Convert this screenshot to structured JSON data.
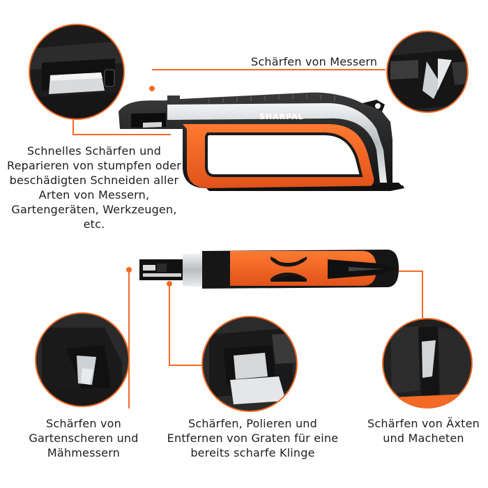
{
  "brand": "SHARPAL",
  "captions": {
    "knives": "Schärfen von Messern",
    "intro": [
      "Schnelles Schärfen und",
      "Reparieren von stumpfen oder",
      "beschädigten Schneiden aller",
      "Arten von Messern,",
      "Gartengeräten, Werkzeugen,",
      "etc."
    ],
    "shears": [
      "Schärfen von",
      "Gartenscheren und",
      "Mähmessern"
    ],
    "honing": [
      "Schärfen, Polieren und",
      "Entfernen von Graten für eine",
      "bereits scharfe Klinge"
    ],
    "axes": [
      "Schärfen von Äxten",
      "und Macheten"
    ]
  },
  "colors": {
    "accent": "#f26a25",
    "body": "#1b1b1b",
    "silver": "#bfc3c6"
  }
}
